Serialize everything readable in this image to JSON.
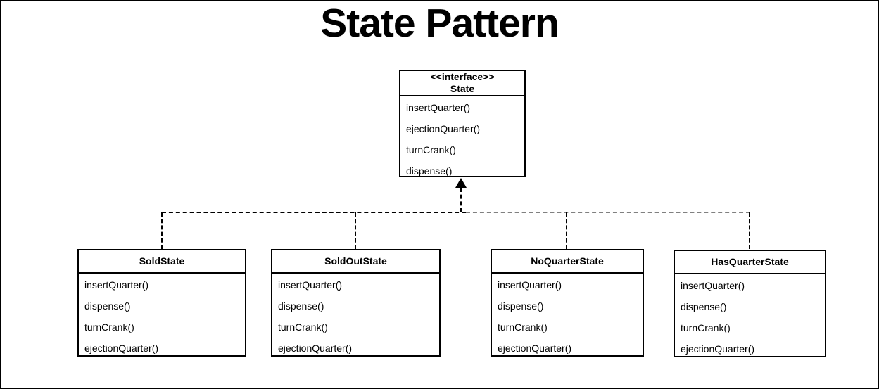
{
  "title": "State Pattern",
  "interface": {
    "stereotype": "<<interface>>",
    "name": "State",
    "methods": [
      "insertQuarter()",
      "ejectionQuarter()",
      "turnCrank()",
      "dispense()"
    ]
  },
  "classes": [
    {
      "name": "SoldState",
      "methods": [
        "insertQuarter()",
        "dispense()",
        "turnCrank()",
        "ejectionQuarter()"
      ]
    },
    {
      "name": "SoldOutState",
      "methods": [
        "insertQuarter()",
        "dispense()",
        "turnCrank()",
        "ejectionQuarter()"
      ]
    },
    {
      "name": "NoQuarterState",
      "methods": [
        "insertQuarter()",
        "dispense()",
        "turnCrank()",
        "ejectionQuarter()"
      ]
    },
    {
      "name": "HasQuarterState",
      "methods": [
        "insertQuarter()",
        "dispense()",
        "turnCrank()",
        "ejectionQuarter()"
      ]
    }
  ],
  "relationship": "realization",
  "colors": {
    "line": "#000000",
    "connector_gray": "#808080",
    "background": "#ffffff",
    "text": "#000000"
  }
}
